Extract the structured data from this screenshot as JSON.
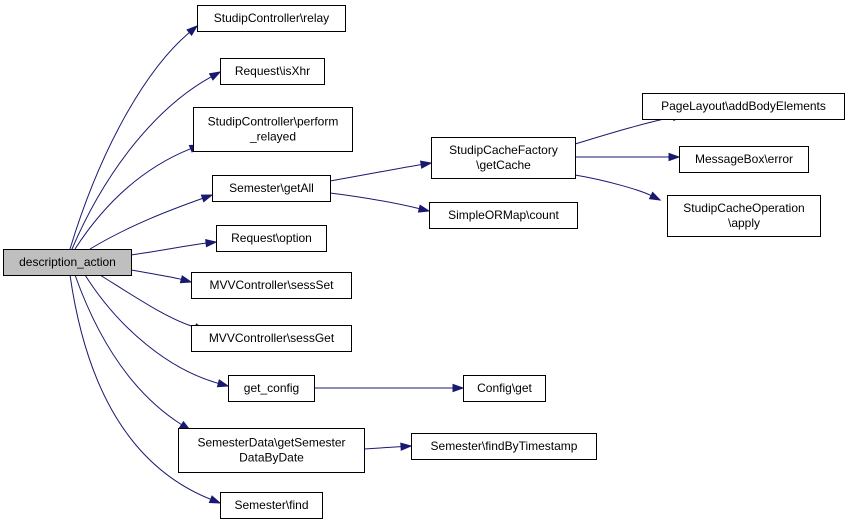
{
  "diagram": {
    "nodes": [
      {
        "id": "description_action",
        "lines": [
          "description_action"
        ],
        "root": true
      },
      {
        "id": "relay",
        "lines": [
          "StudipController\\relay"
        ]
      },
      {
        "id": "isXhr",
        "lines": [
          "Request\\isXhr"
        ]
      },
      {
        "id": "perform_relayed",
        "lines": [
          "StudipController\\perform",
          "_relayed"
        ]
      },
      {
        "id": "getAll",
        "lines": [
          "Semester\\getAll"
        ]
      },
      {
        "id": "option",
        "lines": [
          "Request\\option"
        ]
      },
      {
        "id": "sessSet",
        "lines": [
          "MVVController\\sessSet"
        ]
      },
      {
        "id": "sessGet",
        "lines": [
          "MVVController\\sessGet"
        ]
      },
      {
        "id": "get_config",
        "lines": [
          "get_config"
        ]
      },
      {
        "id": "getSemesterDataByDate",
        "lines": [
          "SemesterData\\getSemester",
          "DataByDate"
        ]
      },
      {
        "id": "find",
        "lines": [
          "Semester\\find"
        ]
      },
      {
        "id": "getCache",
        "lines": [
          "StudipCacheFactory",
          "\\getCache"
        ]
      },
      {
        "id": "count",
        "lines": [
          "SimpleORMap\\count"
        ]
      },
      {
        "id": "configGet",
        "lines": [
          "Config\\get"
        ]
      },
      {
        "id": "findByTimestamp",
        "lines": [
          "Semester\\findByTimestamp"
        ]
      },
      {
        "id": "addBodyElements",
        "lines": [
          "PageLayout\\addBodyElements"
        ]
      },
      {
        "id": "error",
        "lines": [
          "MessageBox\\error"
        ]
      },
      {
        "id": "apply",
        "lines": [
          "StudipCacheOperation",
          "\\apply"
        ]
      }
    ],
    "edges": [
      {
        "from": "description_action",
        "to": "relay"
      },
      {
        "from": "description_action",
        "to": "isXhr"
      },
      {
        "from": "description_action",
        "to": "perform_relayed"
      },
      {
        "from": "description_action",
        "to": "getAll"
      },
      {
        "from": "description_action",
        "to": "option"
      },
      {
        "from": "description_action",
        "to": "sessSet"
      },
      {
        "from": "description_action",
        "to": "sessGet"
      },
      {
        "from": "description_action",
        "to": "get_config"
      },
      {
        "from": "description_action",
        "to": "getSemesterDataByDate"
      },
      {
        "from": "description_action",
        "to": "find"
      },
      {
        "from": "getAll",
        "to": "getCache"
      },
      {
        "from": "getAll",
        "to": "count"
      },
      {
        "from": "get_config",
        "to": "configGet"
      },
      {
        "from": "getSemesterDataByDate",
        "to": "findByTimestamp"
      },
      {
        "from": "getCache",
        "to": "addBodyElements"
      },
      {
        "from": "getCache",
        "to": "error"
      },
      {
        "from": "getCache",
        "to": "apply"
      }
    ],
    "colors": {
      "edge": "#191970",
      "root_fill": "#bfbfbf",
      "node_fill": "#ffffff",
      "node_border": "#000000"
    }
  }
}
